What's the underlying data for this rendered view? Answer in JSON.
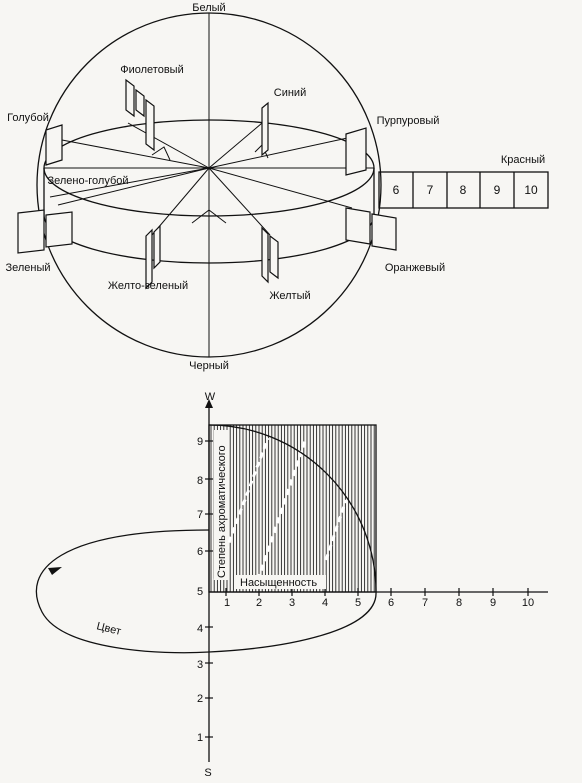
{
  "top_diagram": {
    "labels": {
      "white": "Белый",
      "violet": "Фиолетовый",
      "blue": "Синий",
      "cyan": "Голубой",
      "purple": "Пурпуровый",
      "blue_green": "Зелено-голубой",
      "red": "Красный",
      "green": "Зеленый",
      "orange": "Оранжевый",
      "yellow_green": "Желто-зеленый",
      "yellow": "Желтый",
      "black": "Черный"
    },
    "red_scale": [
      "6",
      "7",
      "8",
      "9",
      "10"
    ]
  },
  "bottom_diagram": {
    "axis_top": "W",
    "axis_bottom": "S",
    "vertical_label": "Степень ахроматического",
    "horizontal_label": "Насыщенность",
    "hue_label": "Цвет",
    "v_ticks_upper": [
      "6",
      "7",
      "8",
      "9"
    ],
    "v_ticks_lower": [
      "1",
      "2",
      "3",
      "4"
    ],
    "v_center": "5",
    "h_ticks": [
      "1",
      "2",
      "3",
      "4",
      "5",
      "6",
      "7",
      "8",
      "9",
      "10"
    ]
  }
}
